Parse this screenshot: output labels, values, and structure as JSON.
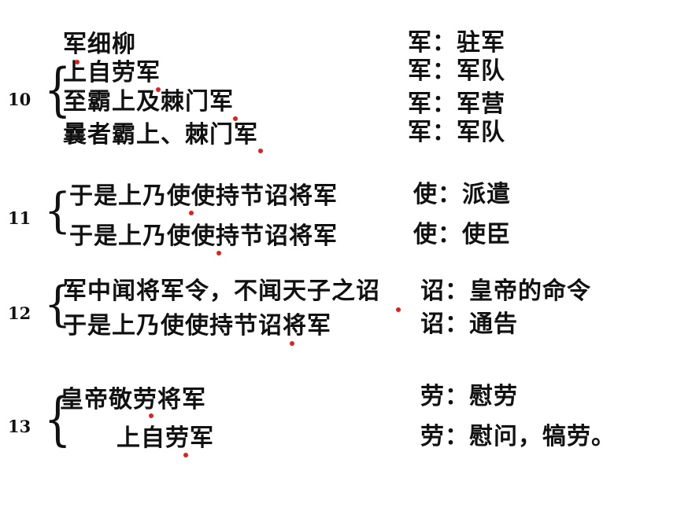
{
  "accent_color": "#e02020",
  "groups": [
    {
      "number": "10",
      "phrases": [
        "军细柳",
        "上自劳军",
        "至霸上及棘门军",
        "曩者霸上、棘门军"
      ],
      "glosses": [
        "军：驻军",
        "军：军队",
        "军：军营",
        "军：军队"
      ]
    },
    {
      "number": "11",
      "phrases": [
        "于是上乃使使持节诏将军",
        "于是上乃使使持节诏将军"
      ],
      "glosses": [
        "使：派遣",
        "使：使臣"
      ]
    },
    {
      "number": "12",
      "phrases": [
        "军中闻将军令，不闻天子之诏",
        "于是上乃使使持节诏将军"
      ],
      "glosses": [
        "诏：皇帝的命令",
        "诏：通告"
      ]
    },
    {
      "number": "13",
      "phrases": [
        "皇帝敬劳将军",
        "上自劳军"
      ],
      "glosses": [
        "劳：慰劳",
        "劳：慰问，犒劳。"
      ]
    }
  ]
}
